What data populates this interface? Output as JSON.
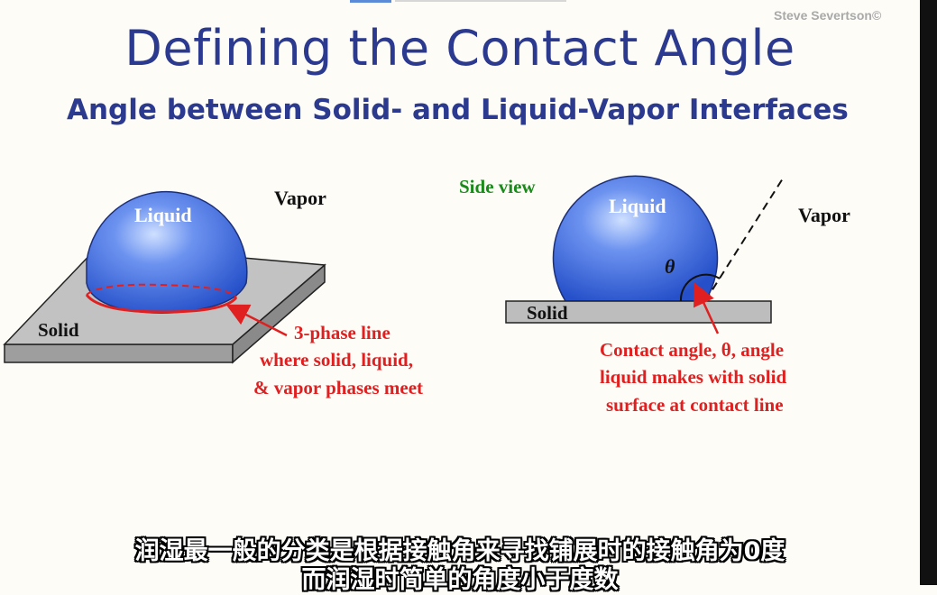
{
  "header": {
    "copyright": "Steve Severtson©",
    "title": "Defining the Contact Angle",
    "subtitle": "Angle between Solid- and Liquid-Vapor Interfaces"
  },
  "left_diagram": {
    "liquid_label": "Liquid",
    "vapor_label": "Vapor",
    "solid_label": "Solid",
    "annotation_lines": [
      "3-phase line",
      "where solid, liquid,",
      "& vapor phases meet"
    ]
  },
  "right_diagram": {
    "view_label": "Side view",
    "liquid_label": "Liquid",
    "vapor_label": "Vapor",
    "solid_label": "Solid",
    "angle_symbol": "θ",
    "annotation_lines": [
      "Contact angle, θ, angle",
      "liquid makes with solid",
      "surface at contact line"
    ]
  },
  "subtitle_overlay": {
    "line1": "润湿最一般的分类是根据接触角来寻找铺展时的接触角为0度",
    "line2": "而润湿时简单的角度小于度数"
  },
  "colors": {
    "title": "#2b3a8f",
    "annotation": "#e02020",
    "side_view": "#1a8a1a",
    "liquid": "#3f6fe0",
    "solid": "#bdbdbd"
  }
}
